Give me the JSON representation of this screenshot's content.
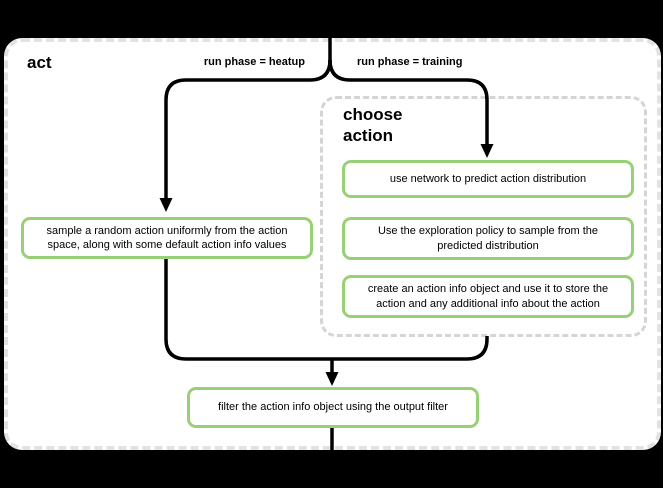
{
  "flow": {
    "title": "act",
    "branches": {
      "heatup": "run phase = heatup",
      "training": "run phase = training"
    },
    "nodes": {
      "sample_random": "sample a random action uniformly from the action space, along with some default action info values",
      "filter_output": "filter the action info object using the output filter"
    },
    "group": {
      "title": "choose action",
      "steps": [
        "use network to predict action distribution",
        "Use the exploration policy to sample from the predicted distribution",
        "create an action info object and use it to store the action and any additional info about the action"
      ]
    },
    "colors": {
      "node_border": "#97d077",
      "connector": "#000000",
      "outer_border": "#e2e2e2",
      "group_border": "#d5d5d5",
      "background": "#000000",
      "surface": "#ffffff"
    }
  }
}
